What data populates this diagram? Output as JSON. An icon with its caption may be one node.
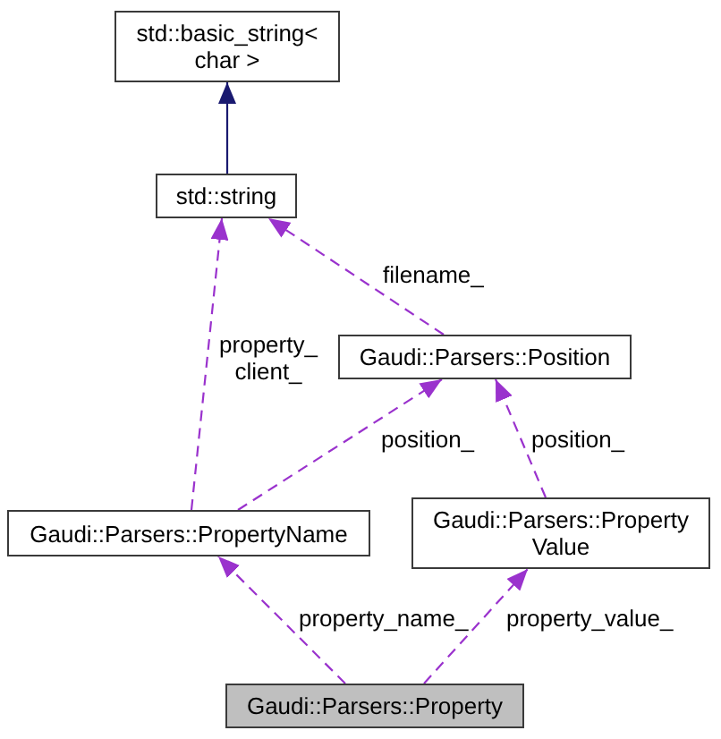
{
  "diagram": {
    "nodes": [
      {
        "text": [
          "std::basic_string< char >"
        ]
      },
      {
        "text": [
          "std::string"
        ]
      },
      {
        "text": [
          "Gaudi::Parsers::Position"
        ]
      },
      {
        "text": [
          "Gaudi::Parsers::PropertyName"
        ]
      },
      {
        "text": [
          "Gaudi::Parsers::Property Value"
        ]
      },
      {
        "text": [
          "Gaudi::Parsers::Property"
        ]
      }
    ],
    "edges": [
      {
        "from": 1,
        "to": 0,
        "arrow": "to",
        "color": "#191970"
      },
      {
        "from": 3,
        "to": 1,
        "arrow": "to",
        "label": "property_ client_",
        "style": "dashed"
      },
      {
        "from": 2,
        "to": 1,
        "arrow": "to",
        "label": "filename_",
        "style": "dashed"
      },
      {
        "from": 3,
        "to": 2,
        "arrow": "to",
        "label": "position_",
        "style": "dashed"
      },
      {
        "from": 4,
        "to": 2,
        "arrow": "to",
        "label": "position_",
        "style": "dashed"
      },
      {
        "from": 5,
        "to": 3,
        "arrow": "to",
        "label": "property_name_",
        "style": "dashed"
      },
      {
        "from": 5,
        "to": 4,
        "arrow": "to",
        "label": "property_value_",
        "style": "dashed"
      }
    ]
  }
}
